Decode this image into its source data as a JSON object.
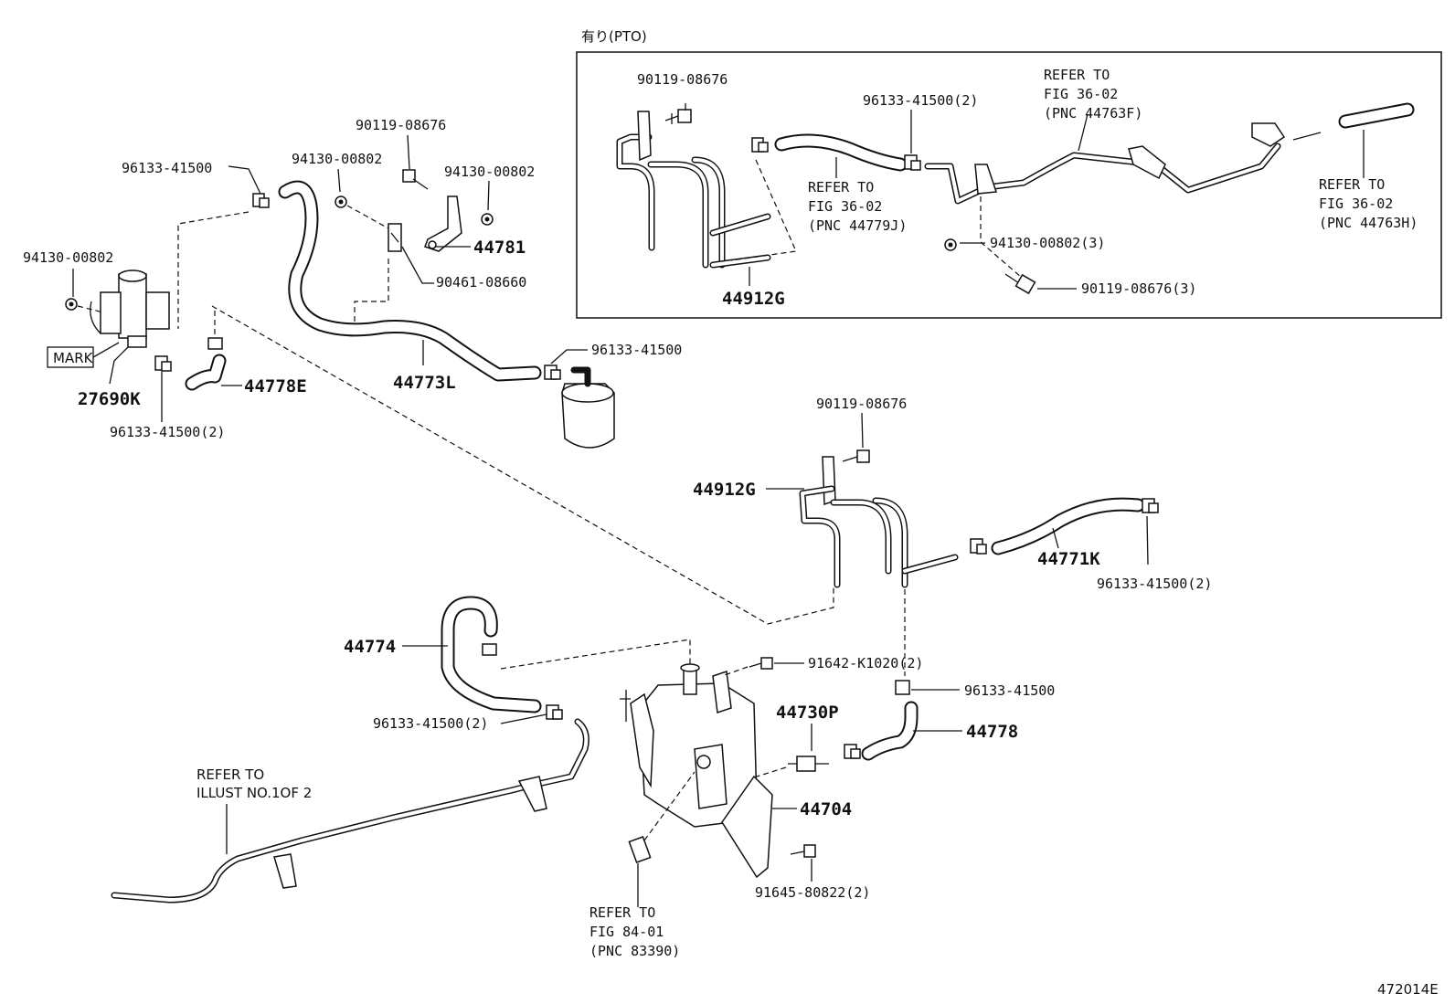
{
  "pto_section": {
    "title": "有り(PTO)",
    "labels": {
      "bolt": "90119-08676",
      "clip": "96133-41500(2)",
      "refer_44763f": "REFER TO\nFIG 36-02\n(PNC 44763F)",
      "refer_44779j": "REFER TO\nFIG 36-02\n(PNC 44779J)",
      "refer_44763h": "REFER TO\nFIG 36-02\n(PNC 44763H)",
      "nut": "94130-00802(3)",
      "bolt3": "90119-08676(3)",
      "bracket_pipe": "44912G"
    }
  },
  "main_labels": {
    "clip_top_left": "96133-41500",
    "nut_top": "94130-00802",
    "bolt_top": "90119-08676",
    "nut_top_right": "94130-00802",
    "bracket_44781": "44781",
    "clamp_90461": "90461-08660",
    "nut_left": "94130-00802",
    "mark": "MARK",
    "valve": "27690K",
    "hose_44778e": "44778E",
    "clip_2_left": "96133-41500(2)",
    "hose_44773l": "44773L",
    "clip_filter": "96133-41500",
    "bolt_mid": "90119-08676",
    "pipe_44912g": "44912G",
    "hose_44771k": "44771K",
    "clip_right_2": "96133-41500(2)",
    "hose_44774": "44774",
    "bolt_91642": "91642-K1020(2)",
    "clip_right": "96133-41500",
    "fitting_44730p": "44730P",
    "hose_44778": "44778",
    "clip_mid_2": "96133-41500(2)",
    "refer_illust": "REFER TO\nILLUST NO.1OF 2",
    "reservoir": "44704",
    "bolt_91645": "91645-80822(2)",
    "refer_83390": "REFER TO\nFIG 84-01\n(PNC 83390)",
    "figure_id": "472014E"
  }
}
